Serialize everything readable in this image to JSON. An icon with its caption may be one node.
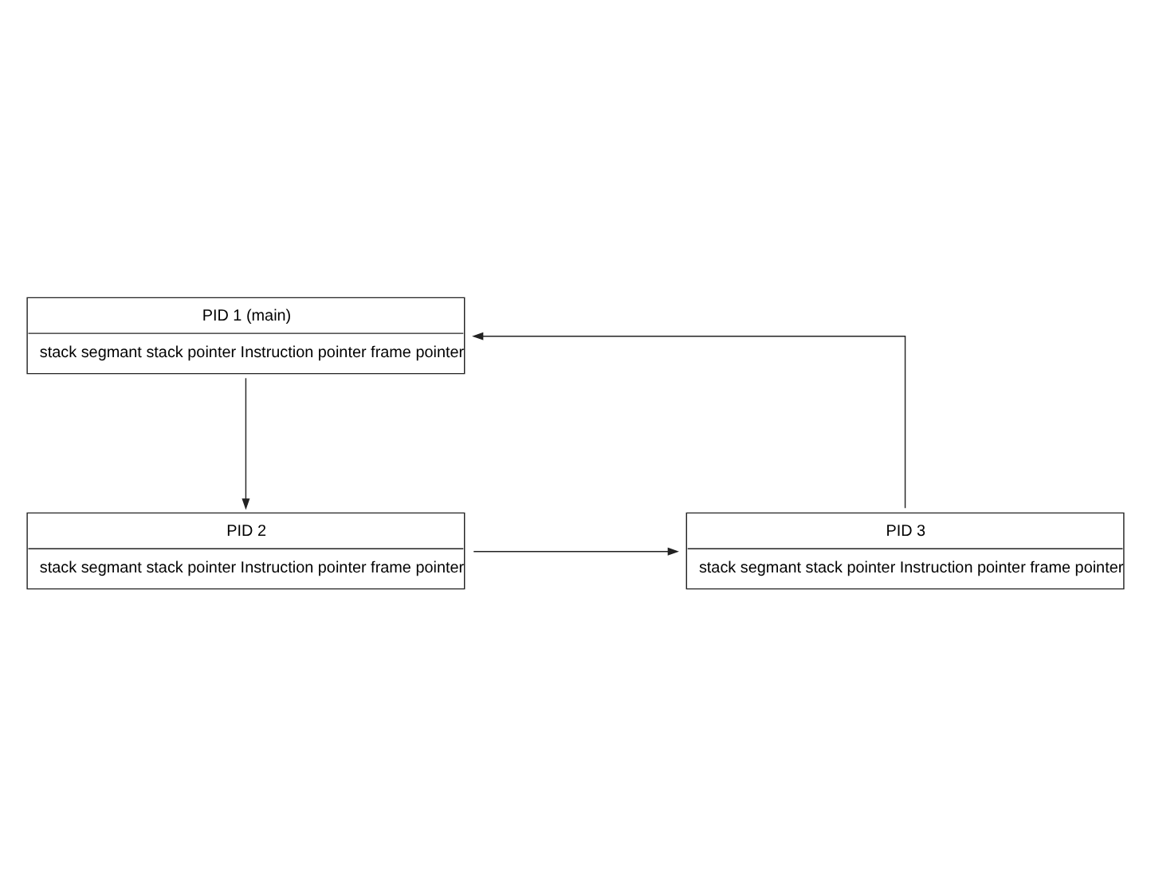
{
  "diagram": {
    "nodes": [
      {
        "text": [
          "PID 1 (main)",
          "stack segmant stack pointer Instruction pointer frame pointer"
        ]
      },
      {
        "text": [
          "PID 2",
          "stack segmant stack pointer Instruction pointer frame pointer"
        ]
      },
      {
        "text": [
          "PID 3",
          "stack segmant stack pointer Instruction pointer frame pointer"
        ]
      }
    ],
    "edges": [
      {
        "from": 0,
        "to": 1,
        "arrow": "to"
      },
      {
        "from": 1,
        "to": 2,
        "arrow": "to"
      },
      {
        "from": 2,
        "to": 0,
        "arrow": "to"
      }
    ]
  }
}
